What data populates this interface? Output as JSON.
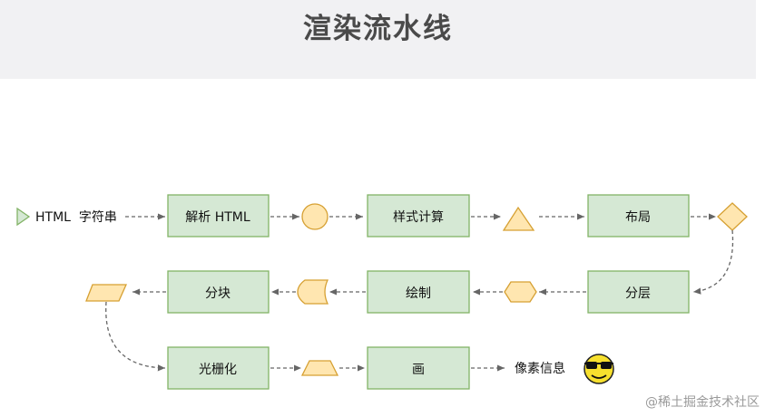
{
  "title": "渲染流水线",
  "watermark": "@稀土掘金技术社区",
  "colors": {
    "box_fill": "#d5e8d4",
    "box_stroke": "#82b366",
    "shape_fill": "#ffe6b0",
    "shape_stroke": "#d6a032",
    "arrow": "#666666",
    "start_fill": "#d5e8d4",
    "start_stroke": "#82b366"
  },
  "input_label": "HTML  字符串",
  "steps": {
    "parse": "解析 HTML",
    "style": "样式计算",
    "layout": "布局",
    "layer": "分层",
    "paint": "绘制",
    "tile": "分块",
    "raster": "光栅化",
    "draw": "画"
  },
  "output_label": "像素信息",
  "icons": {
    "start": "play-triangle-icon",
    "result": "cool-sunglasses-emoji-icon"
  }
}
